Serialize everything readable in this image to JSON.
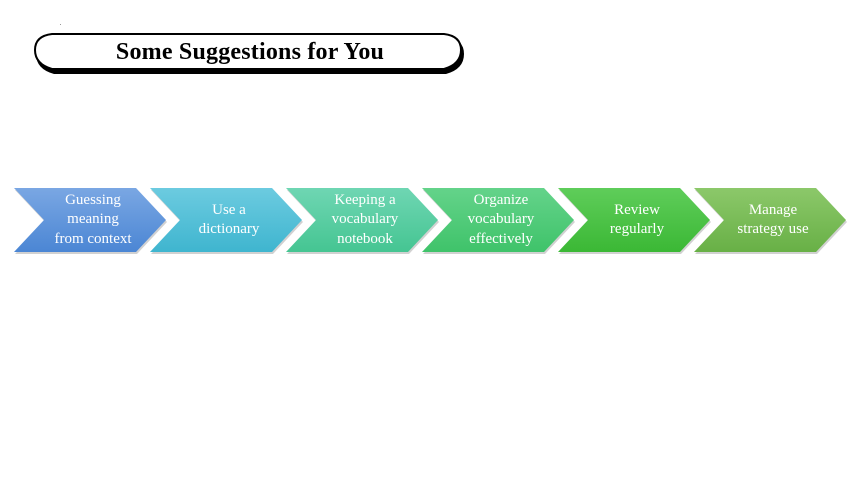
{
  "title": "Some Suggestions for You",
  "steps": [
    {
      "label": "Guessing\nmeaning\nfrom context",
      "color_start": "#7aa7e3",
      "color_end": "#4b86d4"
    },
    {
      "label": "Use a\ndictionary",
      "color_start": "#6ccbe0",
      "color_end": "#3fb5cf"
    },
    {
      "label": "Keeping a\nvocabulary\nnotebook",
      "color_start": "#6fd6b3",
      "color_end": "#45c592"
    },
    {
      "label": "Organize\nvocabulary\neffectively",
      "color_start": "#64d38a",
      "color_end": "#3fc36a"
    },
    {
      "label": "Review\nregularly",
      "color_start": "#5fcd5a",
      "color_end": "#3bb835"
    },
    {
      "label": "Manage\nstrategy use",
      "color_start": "#8cc86a",
      "color_end": "#68b046"
    }
  ]
}
